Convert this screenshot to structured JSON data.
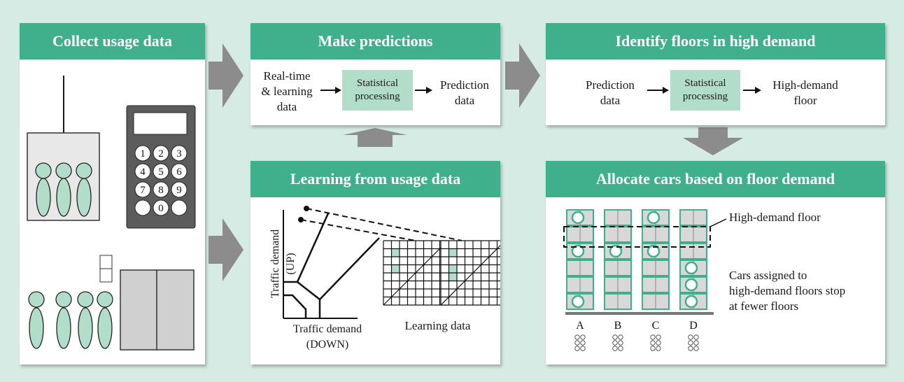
{
  "panels": {
    "collect": {
      "title": "Collect usage data",
      "keypad": [
        "1",
        "2",
        "3",
        "4",
        "5",
        "6",
        "7",
        "8",
        "9",
        "",
        "0",
        ""
      ]
    },
    "predict": {
      "title": "Make predictions",
      "input": "Real-time\n& learning\ndata",
      "process": "Statistical\nprocessing",
      "output": "Prediction\ndata"
    },
    "identify": {
      "title": "Identify floors in high demand",
      "input": "Prediction\ndata",
      "process": "Statistical\nprocessing",
      "output": "High-demand\nfloor"
    },
    "learning": {
      "title": "Learning from usage data",
      "y_axis": "Traffic demand\n(UP)",
      "x_axis": "Traffic demand\n(DOWN)",
      "grid_label": "Learning data"
    },
    "allocate": {
      "title": "Allocate cars based on floor demand",
      "cars": [
        "A",
        "B",
        "C",
        "D"
      ],
      "high_demand_label": "High-demand floor",
      "note": "Cars assigned to\nhigh-demand floors stop\nat fewer floors"
    }
  },
  "colors": {
    "accent": "#3fb08b",
    "light_accent": "#b2ddcb",
    "background": "#d6ebe3",
    "arrow": "#8c8c8c"
  }
}
